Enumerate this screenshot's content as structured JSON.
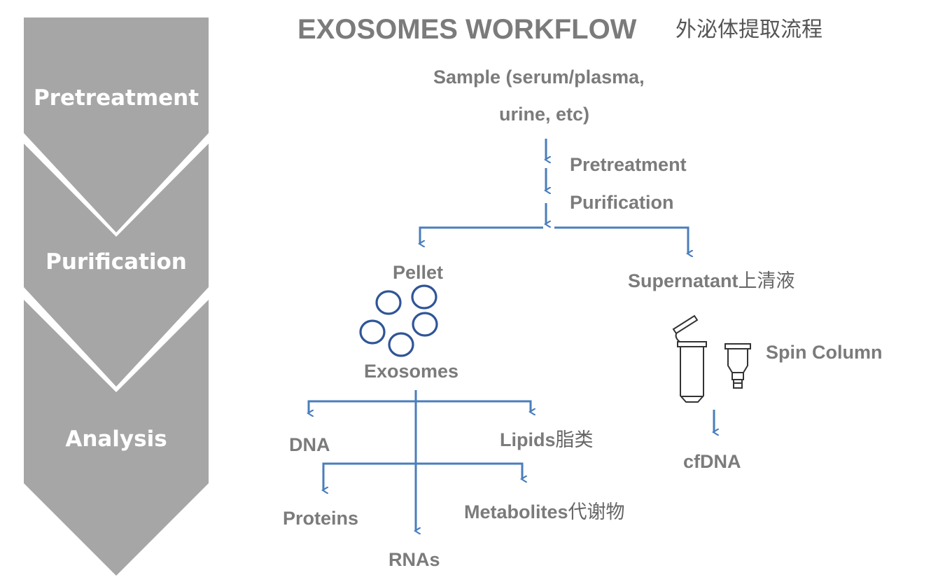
{
  "title": "EXOSOMES WORKFLOW",
  "title_cn": "外泌体提取流程",
  "stages": [
    "Pretreatment",
    "Purification",
    "Analysis"
  ],
  "flow": {
    "sample_line1": "Sample (serum/plasma,",
    "sample_line2": "urine, etc)",
    "step_pretreatment": "Pretreatment",
    "step_purification": "Purification",
    "pellet": "Pellet",
    "supernatant": "Supernatant",
    "supernatant_cn": "上清液",
    "exosomes": "Exosomes",
    "spin_column": "Spin Column",
    "cfdna": "cfDNA",
    "dna": "DNA",
    "lipids": "Lipids",
    "lipids_cn": "脂类",
    "proteins": "Proteins",
    "metabolites": "Metabolites",
    "metabolites_cn": "代谢物",
    "rnas": "RNAs"
  },
  "colors": {
    "stage_fill": "#a6a6a6",
    "arrow": "#4a7ebb",
    "vesicle": "#2f5597",
    "text": "#7b7b7b"
  }
}
